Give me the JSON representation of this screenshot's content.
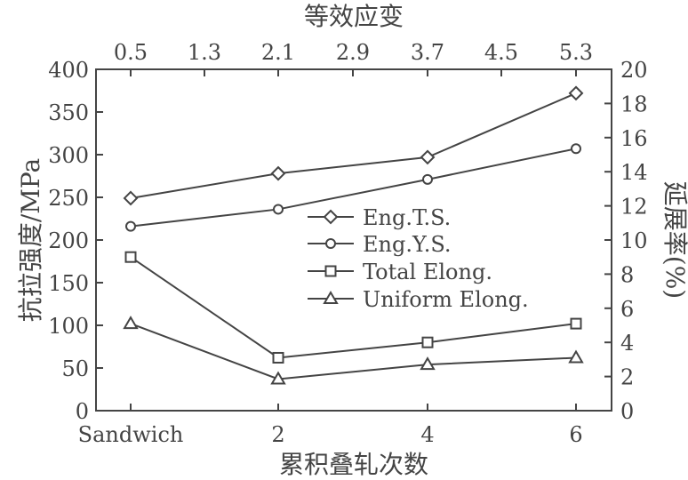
{
  "chart_data": {
    "type": "line",
    "title": "",
    "xlabel": "累积叠轧次数",
    "x2label": "等效应变",
    "ylabel": "抗拉强度/MPa",
    "y2label": "延展率(%)",
    "categories": [
      "Sandwich",
      "2",
      "4",
      "6"
    ],
    "x2_ticks": [
      "0.5",
      "1.3",
      "2.1",
      "2.9",
      "3.7",
      "4.5",
      "5.3"
    ],
    "ylim": [
      0,
      400
    ],
    "yticks": [
      0,
      50,
      100,
      150,
      200,
      250,
      300,
      350,
      400
    ],
    "y2lim": [
      0,
      20
    ],
    "y2ticks": [
      0,
      2,
      4,
      6,
      8,
      10,
      12,
      14,
      16,
      18,
      20
    ],
    "grid": false,
    "legend_position": "center-right",
    "series": [
      {
        "name": "Eng.T.S.",
        "axis": "left",
        "marker": "diamond",
        "values": [
          249,
          278,
          297,
          372
        ]
      },
      {
        "name": "Eng.Y.S.",
        "axis": "left",
        "marker": "circle",
        "values": [
          216,
          236,
          271,
          307
        ]
      },
      {
        "name": "Total Elong.",
        "axis": "right",
        "marker": "square",
        "values": [
          9.0,
          3.1,
          4.0,
          5.1
        ]
      },
      {
        "name": "Uniform Elong.",
        "axis": "right",
        "marker": "triangle",
        "values": [
          5.1,
          1.85,
          2.7,
          3.1
        ]
      }
    ],
    "colors": {
      "line": "#444444"
    }
  }
}
